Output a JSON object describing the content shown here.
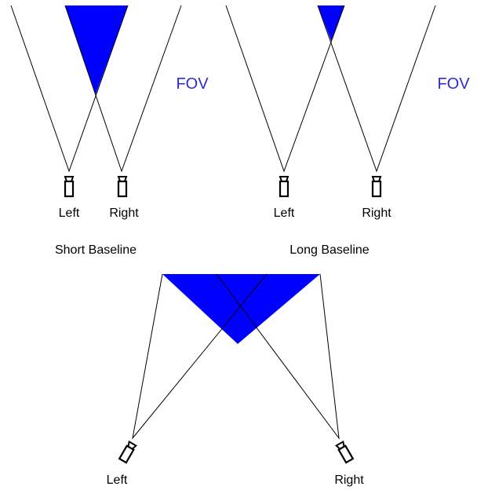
{
  "colors": {
    "overlap": "#0000ff",
    "lines": "#000000",
    "fov_text": "#2a2ad6"
  },
  "icons": [
    "camera-icon"
  ],
  "diagrams": [
    {
      "id": "short",
      "caption": "Short Baseline",
      "fov_label": "FOV",
      "camera_left_label": "Left",
      "camera_right_label": "Right"
    },
    {
      "id": "long",
      "caption": "Long Baseline",
      "fov_label": "FOV",
      "camera_left_label": "Left",
      "camera_right_label": "Right"
    },
    {
      "id": "converged",
      "caption": "",
      "camera_left_label": "Left",
      "camera_right_label": "Right"
    }
  ]
}
